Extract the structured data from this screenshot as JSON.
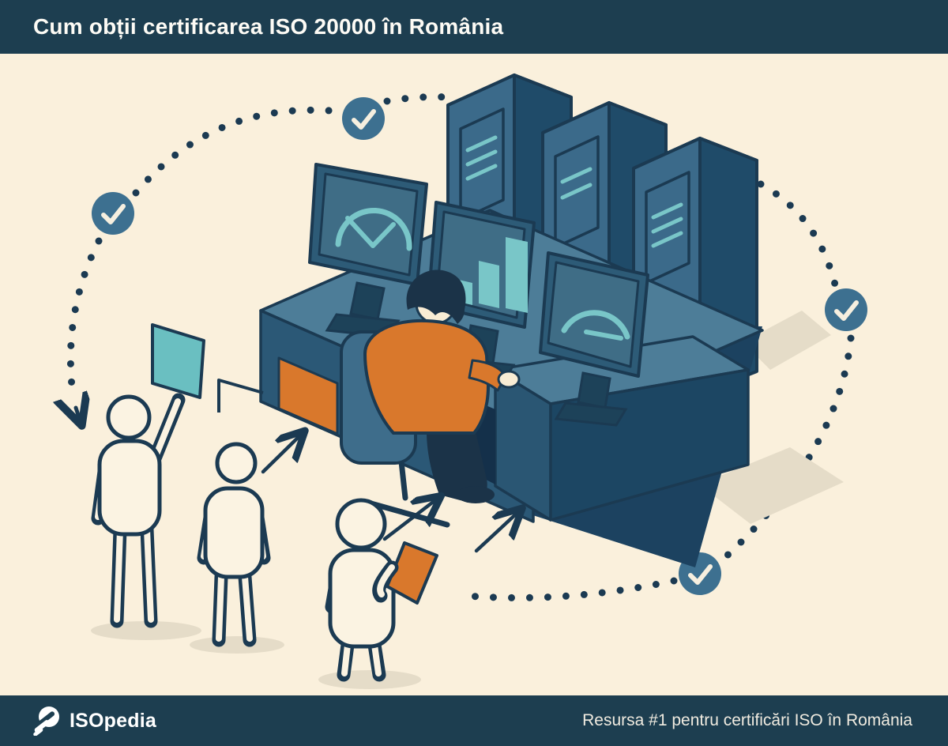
{
  "header": {
    "title": "Cum obții certificarea ISO 20000 în România"
  },
  "footer": {
    "brand": "ISOpedia",
    "tagline": "Resursa #1 pentru certificări ISO în România"
  },
  "illustration": {
    "alt": "Isometric control room: three server towers, desk with three monitors (gauge, bar chart, arc), seated operator in orange sweater, three outline figures approaching with a teal card and an orange clipboard, dotted process loop with four check badges and arrows",
    "icons": [
      "check-badge-icon",
      "server-tower-icon",
      "monitor-gauge-icon",
      "monitor-barchart-icon",
      "monitor-arc-icon",
      "teal-card",
      "orange-clipboard",
      "arrow-icon",
      "dotted-path"
    ]
  },
  "palette": {
    "navy": "#1d3e50",
    "ink": "#1b3a52",
    "cream": "#faf0dc",
    "badge": "#3d7090",
    "check": "#f6efdf",
    "srvfront": "#3b6a8a",
    "srvside": "#1f4b69",
    "srvtop": "#2e5d7d",
    "teal": "#79c6c8",
    "desktop": "#4d7d98",
    "deskleft": "#2b5876",
    "deskright": "#1e4a67",
    "box2front": "#2a5673",
    "box2side": "#1c4663",
    "orange": "#d9782c",
    "tealcard": "#6abfc1",
    "shadow": "#e5dcc8",
    "chair": "#3e6d8b",
    "skin": "#f8ecd4"
  }
}
